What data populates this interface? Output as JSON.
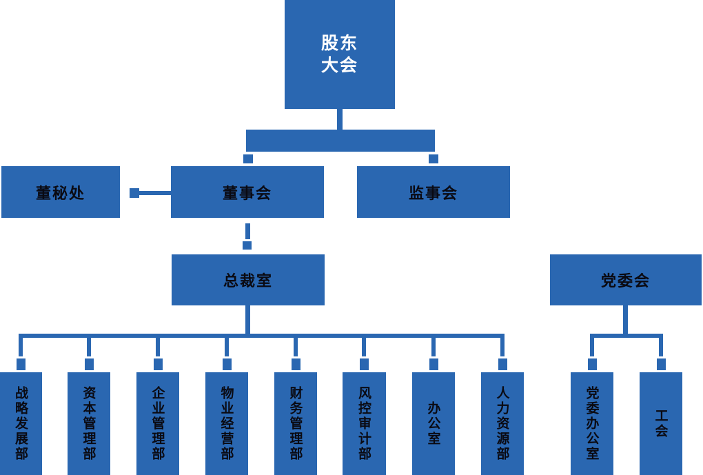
{
  "colors": {
    "box": "#2a67b1",
    "connector": "#2a67b1",
    "text_dark": "#0a0a12",
    "text_light": "#ffffff",
    "background": "#ffffff"
  },
  "org": {
    "root": {
      "label": "股东\n大会"
    },
    "row2": {
      "secretary_office": "董秘处",
      "board_of_directors": "董事会",
      "supervisory_board": "监事会"
    },
    "row3": {
      "president_office": "总裁室",
      "party_committee": "党委会"
    },
    "departments": [
      {
        "label": "战略发展部"
      },
      {
        "label": "资本管理部"
      },
      {
        "label": "企业管理部"
      },
      {
        "label": "物业经营部"
      },
      {
        "label": "财务管理部"
      },
      {
        "label": "风控审计部"
      },
      {
        "label": "办公室"
      },
      {
        "label": "人力资源部"
      }
    ],
    "party_departments": [
      {
        "label": "党委办公室"
      },
      {
        "label": "工会"
      }
    ]
  }
}
